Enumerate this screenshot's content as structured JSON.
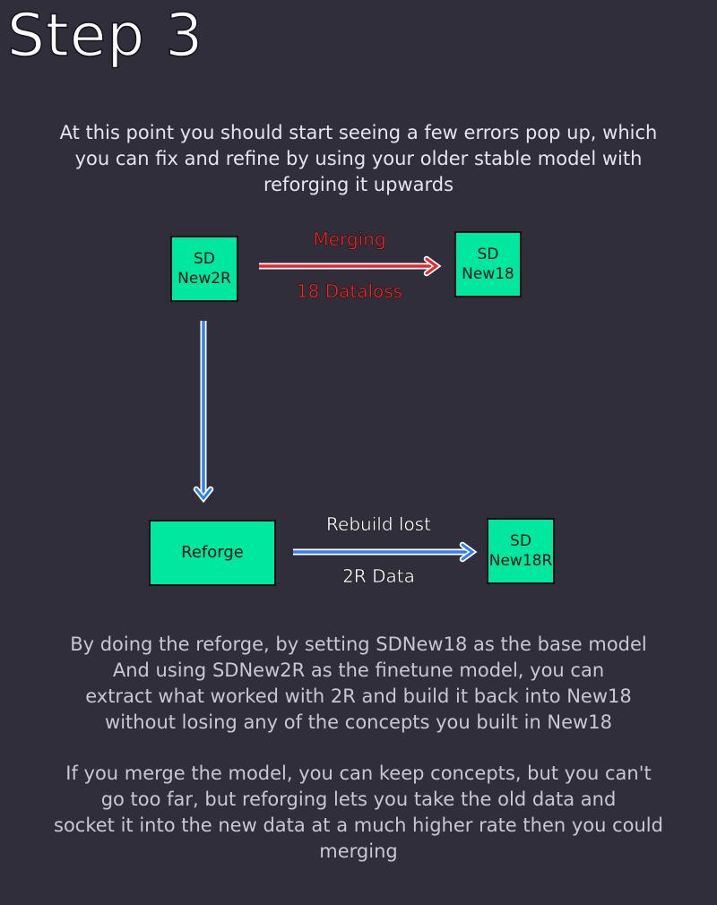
{
  "title": "Step 3",
  "intro": [
    "At this point you should start seeing a few errors pop up, which",
    "you can fix and refine by using your older stable model with",
    "reforging it upwards"
  ],
  "nodes": {
    "new2r": [
      "SD",
      "New2R"
    ],
    "new18": [
      "SD",
      "New18"
    ],
    "reforge": [
      "Reforge"
    ],
    "new18r": [
      "SD",
      "New18R"
    ]
  },
  "edges": {
    "merge": {
      "label_top": "Merging",
      "label_bottom": "18 Dataloss",
      "color": "#e8262c"
    },
    "to_reforge": {
      "color": "#2f7ff0"
    },
    "rebuild": {
      "label_top": "Rebuild lost",
      "label_bottom": "2R Data",
      "color": "#2f7ff0"
    }
  },
  "reforge_text": [
    "By doing the reforge, by setting SDNew18 as the base model",
    "And using SDNew2R as the finetune model, you can",
    "extract what worked with 2R and build it back into New18",
    "without losing any of the concepts you built in New18"
  ],
  "merge_text": [
    "If you merge the model, you can keep concepts, but you can't",
    "go too far, but reforging lets you take the old data and",
    "socket it into the new data at a much higher rate then you could",
    "merging"
  ],
  "colors": {
    "background": "#302e3a",
    "node_fill": "#00e8a0",
    "merge_arrow": "#e8262c",
    "reforge_arrow": "#2f7ff0"
  }
}
